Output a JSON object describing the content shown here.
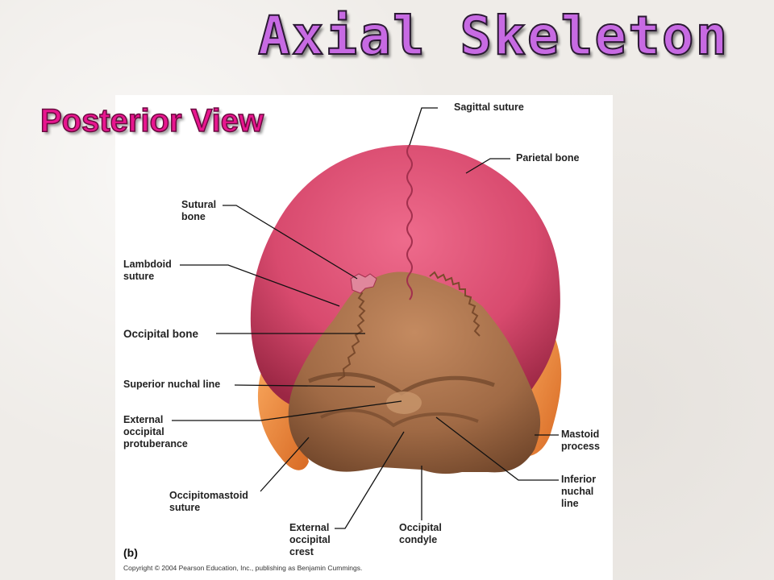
{
  "slide": {
    "title": "Axial Skeleton",
    "subtitle": "Posterior View"
  },
  "figure": {
    "panel_letter": "(b)",
    "copyright": "Copyright © 2004 Pearson Education, Inc., publishing as Benjamin Cummings.",
    "labels": {
      "sagittal_suture": "Sagittal suture",
      "parietal_bone": "Parietal bone",
      "sutural_bone_1": "Sutural",
      "sutural_bone_2": "bone",
      "lambdoid_suture_1": "Lambdoid",
      "lambdoid_suture_2": "suture",
      "occipital_bone": "Occipital bone",
      "superior_nuchal_line": "Superior nuchal line",
      "ext_occ_prot_1": "External",
      "ext_occ_prot_2": "occipital",
      "ext_occ_prot_3": "protuberance",
      "occipitomastoid_1": "Occipitomastoid",
      "occipitomastoid_2": "suture",
      "ext_occ_crest_1": "External",
      "ext_occ_crest_2": "occipital",
      "ext_occ_crest_3": "crest",
      "occipital_condyle_1": "Occipital",
      "occipital_condyle_2": "condyle",
      "inferior_nuchal_1": "Inferior",
      "inferior_nuchal_2": "nuchal",
      "inferior_nuchal_3": "line",
      "mastoid_1": "Mastoid",
      "mastoid_2": "process"
    },
    "colors": {
      "parietal": "#d84a6e",
      "occipital": "#a8714c",
      "mastoid": "#ec8a3c",
      "title": "#c76ae3",
      "subtitle": "#e8168f"
    }
  }
}
